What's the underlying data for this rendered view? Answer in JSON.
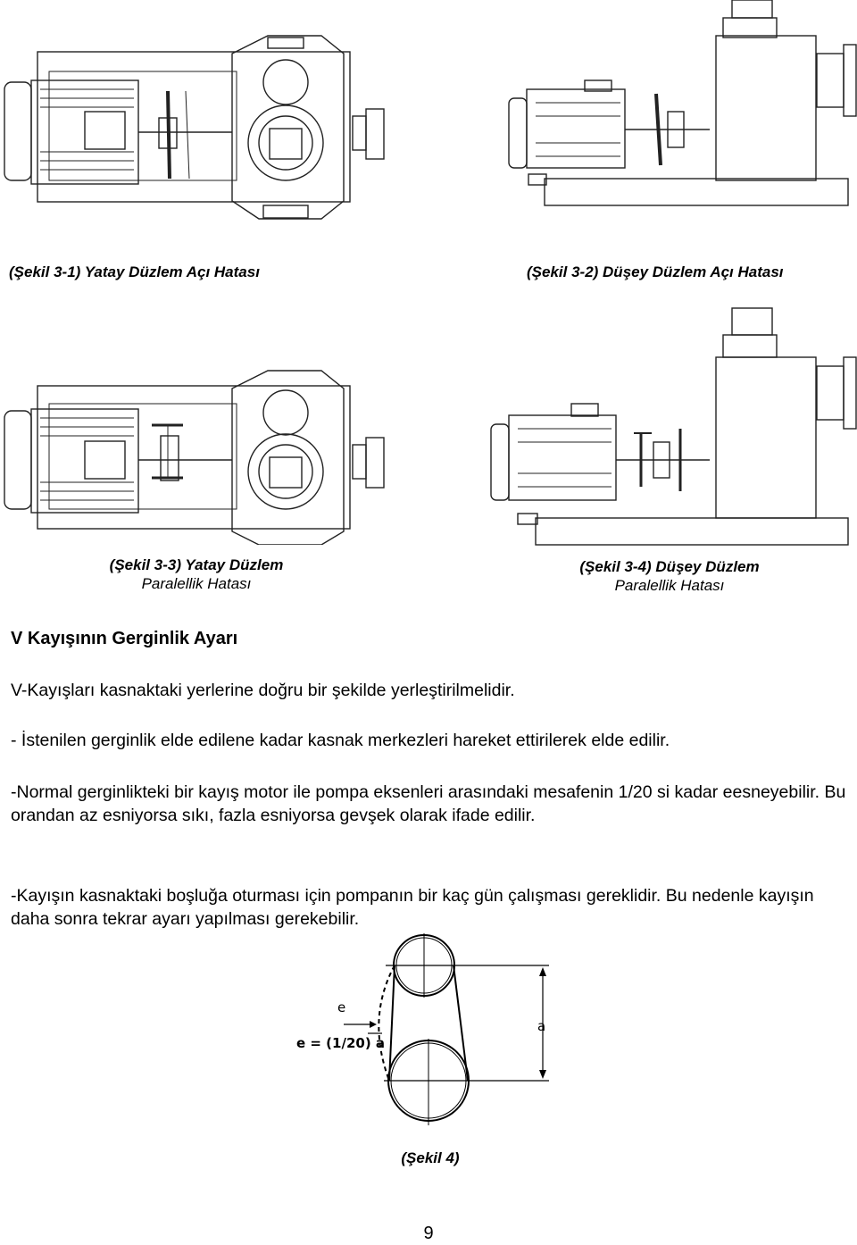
{
  "figures": {
    "fig_3_1": {
      "caption": "(Şekil 3-1) Yatay Düzlem Açı Hatası"
    },
    "fig_3_2": {
      "caption": "(Şekil 3-2) Düşey Düzlem Açı Hatası"
    },
    "fig_3_3": {
      "caption_line1": "(Şekil 3-3) Yatay Düzlem",
      "caption_line2": "Paralellik Hatası"
    },
    "fig_3_4": {
      "caption_line1": "(Şekil 3-4) Düşey Düzlem",
      "caption_line2": "Paralellik Hatası"
    },
    "fig_4": {
      "caption": "(Şekil 4)",
      "label_e": "e",
      "formula": "e = (1/20) a",
      "label_a": "a"
    }
  },
  "section": {
    "heading": "V  Kayışının Gerginlik Ayarı",
    "paragraphs": [
      "V-Kayışları kasnaktaki yerlerine doğru bir şekilde yerleştirilmelidir.",
      "- İstenilen gerginlik elde edilene kadar kasnak merkezleri hareket ettirilerek elde edilir.",
      "-Normal gerginlikteki bir kayış motor ile pompa eksenleri arasındaki mesafenin 1/20 si kadar eesneyebilir. Bu orandan az esniyorsa sıkı, fazla esniyorsa gevşek olarak ifade edilir.",
      "-Kayışın kasnaktaki boşluğa oturması için pompanın bir kaç gün çalışması gereklidir. Bu nedenle kayışın daha sonra tekrar ayarı yapılması gerekebilir."
    ]
  },
  "page_number": "9"
}
